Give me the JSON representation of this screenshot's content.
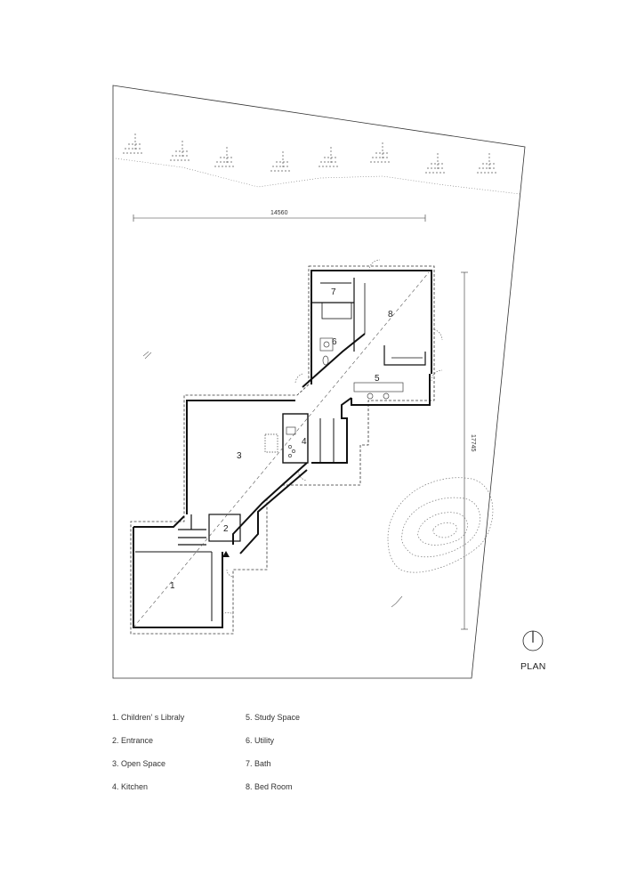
{
  "drawing": {
    "plan_label": "PLAN",
    "dimensions": {
      "width": "14560",
      "depth": "17745"
    },
    "room_numbers": [
      "1",
      "2",
      "3",
      "4",
      "5",
      "6",
      "7",
      "8"
    ]
  },
  "legend": {
    "items": [
      "1. Children’ s Libraly",
      "2. Entrance",
      "3. Open Space",
      "4. Kitchen",
      "5. Study Space",
      "6. Utility",
      "7. Bath",
      "8. Bed Room"
    ]
  }
}
